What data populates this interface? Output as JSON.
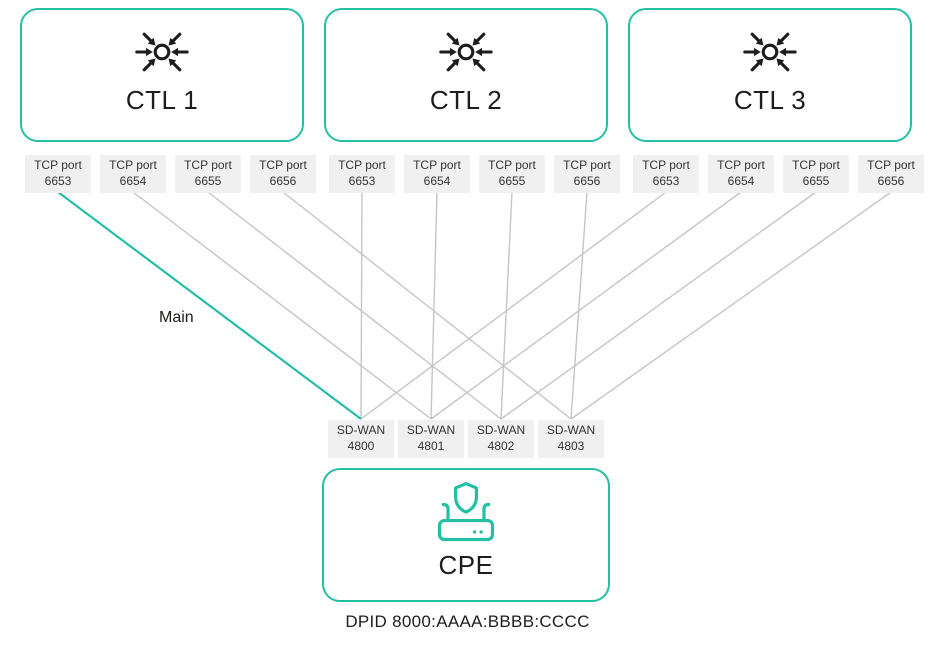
{
  "colors": {
    "accent": "#23c0a3",
    "wire": "#c5c5c5",
    "ink": "#1d1d1b",
    "label_bg": "#f0f0f0"
  },
  "icons": {
    "controller_icon": "converge-arrows-icon",
    "cpe_icon": "router-shield-icon"
  },
  "controllers": [
    {
      "label": "CTL 1",
      "port_prefix": "TCP port",
      "ports": [
        "6653",
        "6654",
        "6655",
        "6656"
      ]
    },
    {
      "label": "CTL 2",
      "port_prefix": "TCP port",
      "ports": [
        "6653",
        "6654",
        "6655",
        "6656"
      ]
    },
    {
      "label": "CTL 3",
      "port_prefix": "TCP port",
      "ports": [
        "6653",
        "6654",
        "6655",
        "6656"
      ]
    }
  ],
  "cpe": {
    "label": "CPE",
    "port_prefix": "SD-WAN",
    "ports": [
      "4800",
      "4801",
      "4802",
      "4803"
    ],
    "dpid": "DPID 8000:AAAA:BBBB:CCCC"
  },
  "main_link": {
    "label": "Main"
  },
  "links": [
    {
      "controller": "CTL 1",
      "tcp_port": "6653",
      "sdwan_port": "4800",
      "main": true
    },
    {
      "controller": "CTL 1",
      "tcp_port": "6654",
      "sdwan_port": "4801",
      "main": false
    },
    {
      "controller": "CTL 1",
      "tcp_port": "6655",
      "sdwan_port": "4802",
      "main": false
    },
    {
      "controller": "CTL 1",
      "tcp_port": "6656",
      "sdwan_port": "4803",
      "main": false
    },
    {
      "controller": "CTL 2",
      "tcp_port": "6653",
      "sdwan_port": "4800",
      "main": false
    },
    {
      "controller": "CTL 2",
      "tcp_port": "6654",
      "sdwan_port": "4801",
      "main": false
    },
    {
      "controller": "CTL 2",
      "tcp_port": "6655",
      "sdwan_port": "4802",
      "main": false
    },
    {
      "controller": "CTL 2",
      "tcp_port": "6656",
      "sdwan_port": "4803",
      "main": false
    },
    {
      "controller": "CTL 3",
      "tcp_port": "6653",
      "sdwan_port": "4800",
      "main": false
    },
    {
      "controller": "CTL 3",
      "tcp_port": "6654",
      "sdwan_port": "4801",
      "main": false
    },
    {
      "controller": "CTL 3",
      "tcp_port": "6655",
      "sdwan_port": "4802",
      "main": false
    },
    {
      "controller": "CTL 3",
      "tcp_port": "6656",
      "sdwan_port": "4803",
      "main": false
    }
  ]
}
